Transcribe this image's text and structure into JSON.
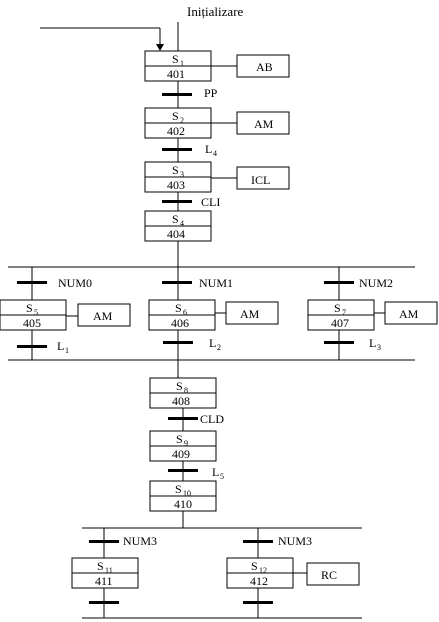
{
  "title": "Inițializare",
  "states": [
    {
      "id": "S1",
      "sub": "1",
      "code": "401"
    },
    {
      "id": "S2",
      "sub": "2",
      "code": "402"
    },
    {
      "id": "S3",
      "sub": "3",
      "code": "403"
    },
    {
      "id": "S4",
      "sub": "4",
      "code": "404"
    },
    {
      "id": "S5",
      "sub": "5",
      "code": "405"
    },
    {
      "id": "S6",
      "sub": "6",
      "code": "406"
    },
    {
      "id": "S7",
      "sub": "7",
      "code": "407"
    },
    {
      "id": "S8",
      "sub": "8",
      "code": "408"
    },
    {
      "id": "S9",
      "sub": "9",
      "code": "409"
    },
    {
      "id": "S10",
      "sub": "10",
      "code": "410"
    },
    {
      "id": "S11",
      "sub": "11",
      "code": "411"
    },
    {
      "id": "S12",
      "sub": "12",
      "code": "412"
    }
  ],
  "actions": {
    "a1": "AB",
    "a2": "AM",
    "a3": "ICL",
    "a5": "AM",
    "a6": "AM",
    "a7": "AM",
    "a12": "RC"
  },
  "transitions": {
    "t1": "PP",
    "t2": "L",
    "t2_sub": "4",
    "t3": "CLI",
    "t4a": "NUM0",
    "t4b": "NUM1",
    "t4c": "NUM2",
    "t5": "L",
    "t5_sub": "1",
    "t6": "L",
    "t6_sub": "2",
    "t7": "L",
    "t7_sub": "3",
    "t8": "CLD",
    "t9": "L",
    "t9_sub": "5",
    "t10a": "NUM3",
    "t10b": "NUM3"
  },
  "state_letter": "S"
}
